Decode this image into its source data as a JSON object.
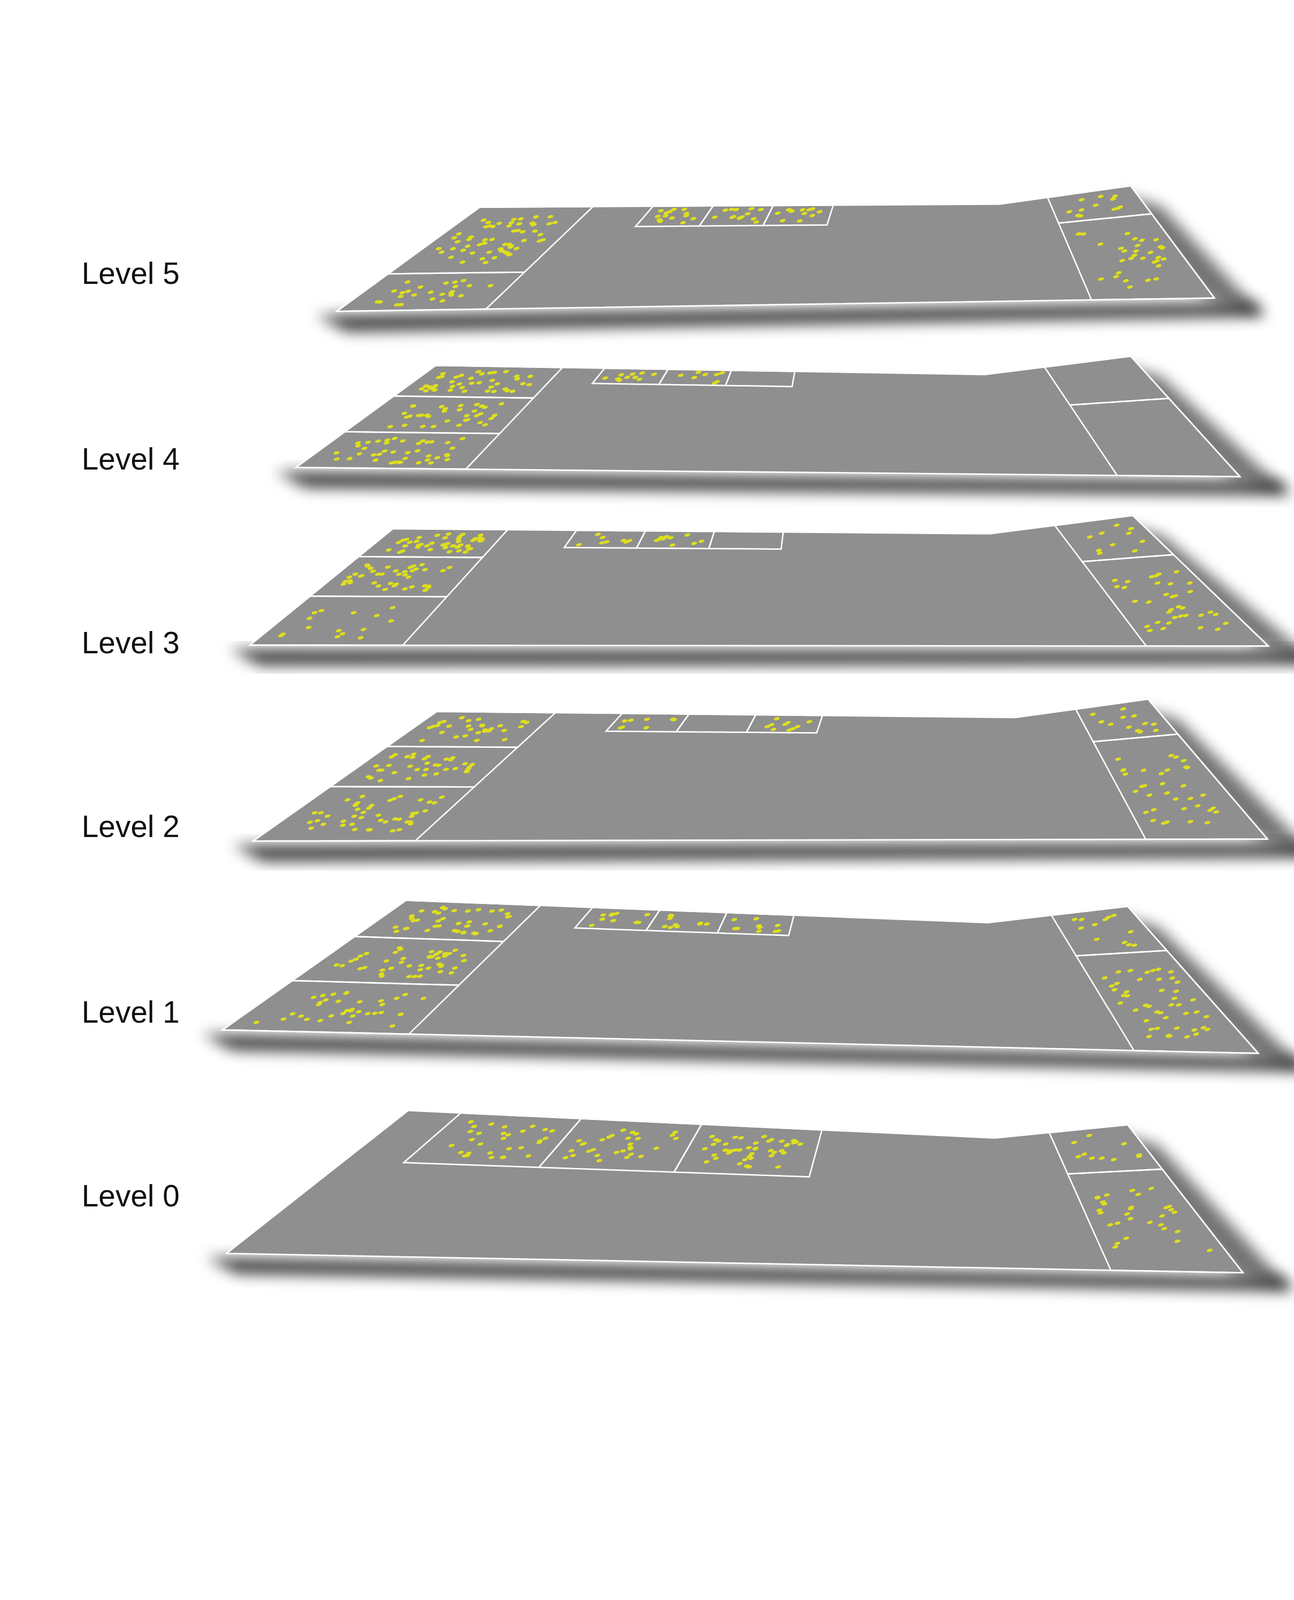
{
  "diagram": {
    "labels": [
      "Level 5",
      "Level 4",
      "Level 3",
      "Level 2",
      "Level 1",
      "Level 0"
    ]
  }
}
